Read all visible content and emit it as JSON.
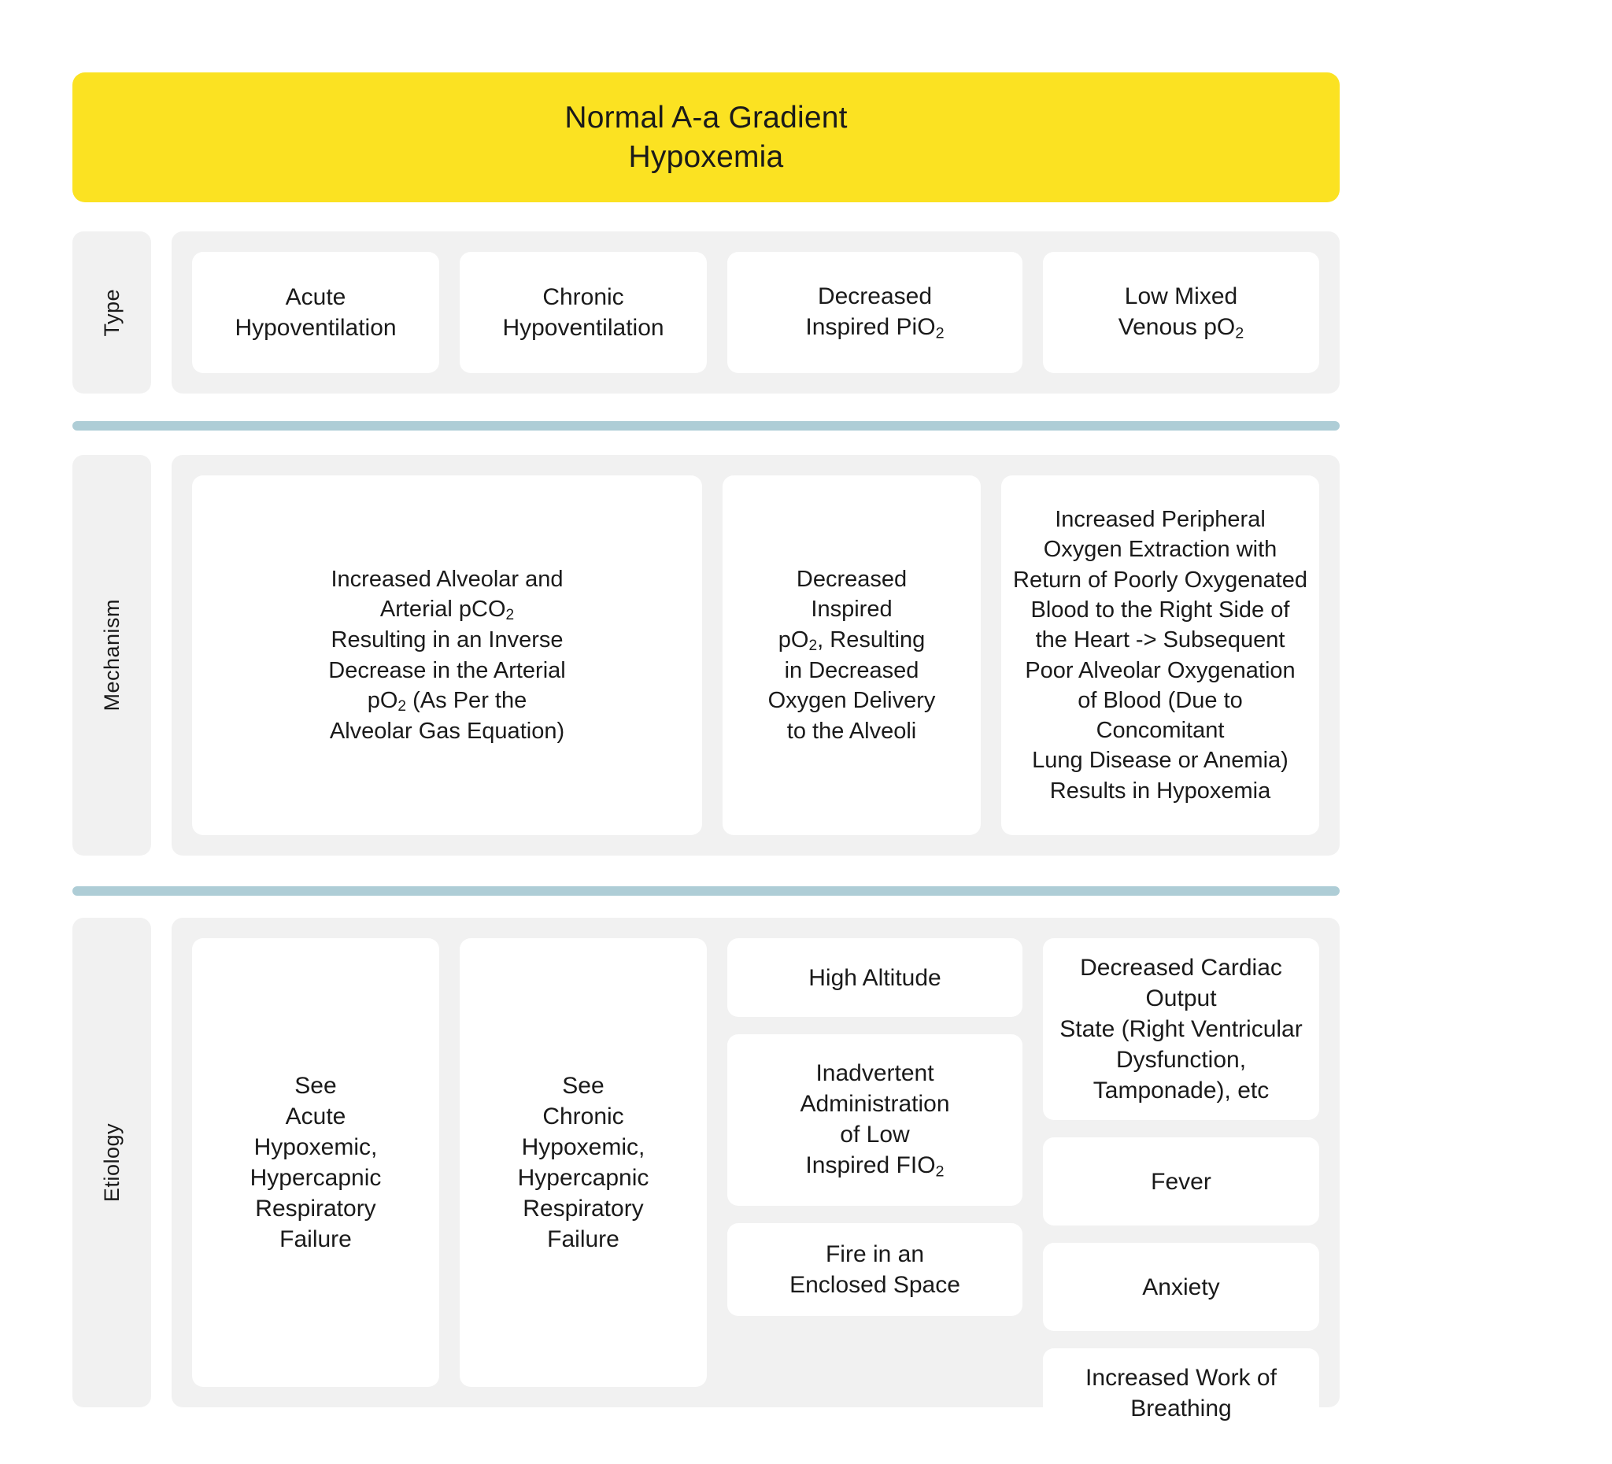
{
  "title": {
    "line1": "Normal A-a Gradient",
    "line2": "Hypoxemia",
    "banner_color": "#fbe222"
  },
  "divider_color": "#aecdd6",
  "rows": [
    {
      "label": "Type",
      "cells": [
        {
          "line1": "Acute",
          "line2": "Hypoventilation"
        },
        {
          "line1": "Chronic",
          "line2": "Hypoventilation"
        },
        {
          "line1": "Decreased",
          "line2": "Inspired PiO₂"
        },
        {
          "line1": "Low Mixed",
          "line2": "Venous pO₂"
        }
      ]
    },
    {
      "label": "Mechanism",
      "cells": [
        {
          "text": "Increased Alveolar and Arterial pCO₂ Resulting in an Inverse Decrease in the Arterial pO₂ (As Per the Alveolar Gas Equation)"
        },
        {
          "text": "Decreased Inspired pO₂, Resulting in Decreased Oxygen Delivery to the Alveoli"
        },
        {
          "text": "Increased Peripheral Oxygen Extraction with Return of Poorly Oxygenated Blood to the Right Side of the Heart -> Subsequent Poor Alveolar Oxygenation of Blood (Due to Concomitant Lung Disease or Anemia) Results in Hypoxemia"
        }
      ]
    },
    {
      "label": "Etiology",
      "columns": [
        {
          "items": [
            {
              "text": "See Acute Hypoxemic, Hypercapnic Respiratory Failure"
            }
          ]
        },
        {
          "items": [
            {
              "text": "See Chronic Hypoxemic, Hypercapnic Respiratory Failure"
            }
          ]
        },
        {
          "items": [
            {
              "text": "High Altitude"
            },
            {
              "text": "Inadvertent Administration of Low Inspired FIO₂"
            },
            {
              "text": "Fire in an Enclosed Space"
            }
          ]
        },
        {
          "items": [
            {
              "text": "Decreased Cardiac Output State (Right Ventricular Dysfunction, Tamponade), etc"
            },
            {
              "text": "Fever"
            },
            {
              "text": "Anxiety"
            },
            {
              "text": "Increased Work of Breathing"
            }
          ]
        }
      ]
    }
  ],
  "mechanism_lines": {
    "cell1": [
      "Increased Alveolar and",
      "Arterial pCO₂",
      "Resulting in an Inverse",
      "Decrease in the Arterial",
      "pO₂ (As Per the",
      "Alveolar Gas Equation)"
    ],
    "cell2": [
      "Decreased",
      "Inspired",
      "pO₂, Resulting",
      "in Decreased",
      "Oxygen Delivery",
      "to the Alveoli"
    ],
    "cell3": [
      "Increased Peripheral",
      "Oxygen Extraction with",
      "Return of Poorly Oxygenated",
      "Blood to the Right Side of",
      "the Heart -> Subsequent",
      "Poor Alveolar Oxygenation",
      "of Blood (Due to Concomitant",
      "Lung Disease or Anemia)",
      "Results in Hypoxemia"
    ]
  },
  "etiology_lines": {
    "col1": [
      "See",
      "Acute",
      "Hypoxemic,",
      "Hypercapnic",
      "Respiratory",
      "Failure"
    ],
    "col2": [
      "See",
      "Chronic",
      "Hypoxemic,",
      "Hypercapnic",
      "Respiratory",
      "Failure"
    ],
    "col3_item1": [
      "High Altitude"
    ],
    "col3_item2": [
      "Inadvertent",
      "Administration",
      "of Low",
      "Inspired FIO₂"
    ],
    "col3_item3": [
      "Fire in an",
      "Enclosed Space"
    ],
    "col4_item1": [
      "Decreased Cardiac Output",
      "State (Right Ventricular",
      "Dysfunction, Tamponade), etc"
    ],
    "col4_item2": [
      "Fever"
    ],
    "col4_item3": [
      "Anxiety"
    ],
    "col4_item4": [
      "Increased Work of Breathing"
    ]
  }
}
